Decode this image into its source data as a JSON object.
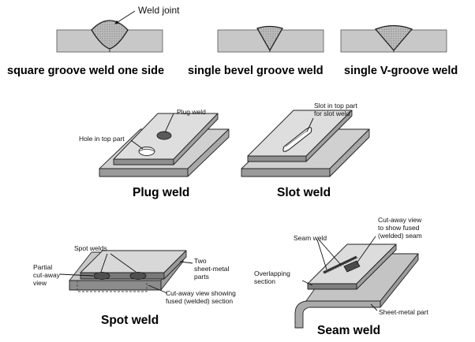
{
  "top_row": {
    "weld_joint_label": "Weld joint",
    "captions": [
      "square groove weld one side",
      "single bevel groove weld",
      "single V-groove weld"
    ]
  },
  "plug": {
    "caption": "Plug weld",
    "label_plug_weld": "Plug weld",
    "label_hole": "Hole in top part"
  },
  "slot": {
    "caption": "Slot weld",
    "label_slot": "Slot in top part\nfor slot weld"
  },
  "spot": {
    "caption": "Spot weld",
    "label_spot_welds": "Spot welds",
    "label_partial": "Partial\ncut-away\nview",
    "label_two_sheets": "Two\nsheet-metal\nparts",
    "label_cutaway": "Cut-away view showing\nfused (welded) section"
  },
  "seam": {
    "caption": "Seam weld",
    "label_seam_weld": "Seam weld",
    "label_cutaway": "Cut-away view\nto show fused\n(welded) seam",
    "label_overlapping": "Overlapping\nsection",
    "label_sheet_metal": "Sheet-metal part"
  }
}
